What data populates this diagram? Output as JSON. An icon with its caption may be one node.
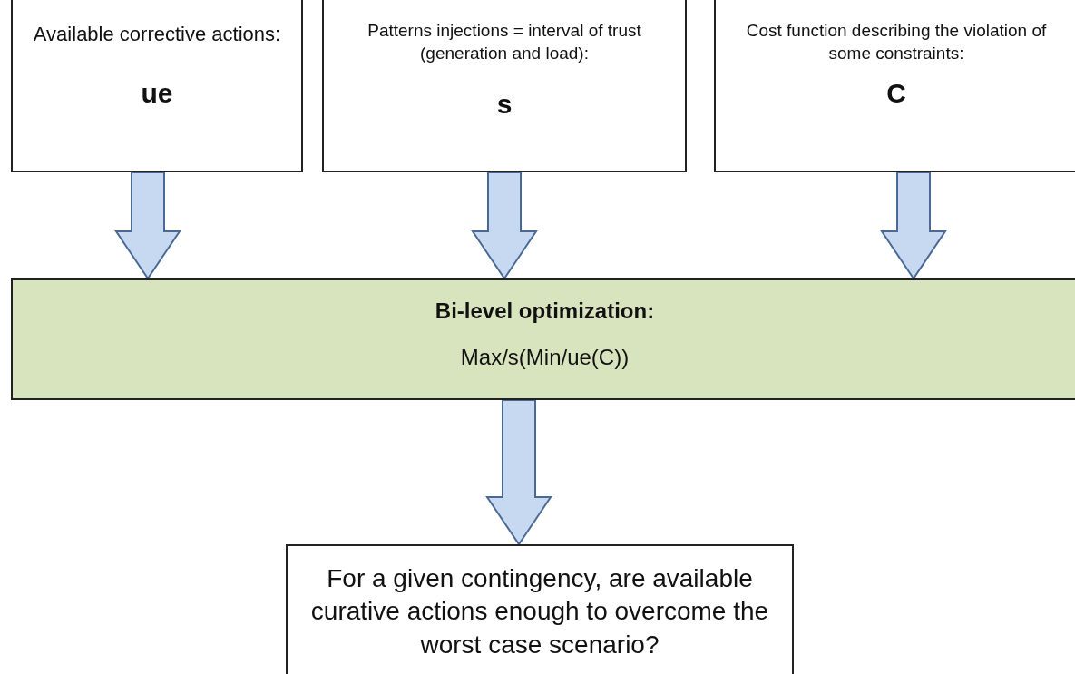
{
  "diagram": {
    "nodes": [
      {
        "text": [
          "Available corrective actions:",
          "ue"
        ]
      },
      {
        "text": [
          "Patterns injections = interval of trust (generation and load):",
          "s"
        ]
      },
      {
        "text": [
          "Cost function describing the violation of some constraints:",
          "C"
        ]
      },
      {
        "text": [
          "Bi-level optimization:",
          "Max/s(Min/ue(C))"
        ]
      },
      {
        "text": [
          "For a given contingency,  are available curative actions enough  to overcome the worst case scenario?"
        ]
      }
    ],
    "edges": [
      {
        "from": 0,
        "to": 3,
        "arrow": "to"
      },
      {
        "from": 1,
        "to": 3,
        "arrow": "to"
      },
      {
        "from": 2,
        "to": 3,
        "arrow": "to"
      },
      {
        "from": 3,
        "to": 4,
        "arrow": "to"
      }
    ]
  }
}
